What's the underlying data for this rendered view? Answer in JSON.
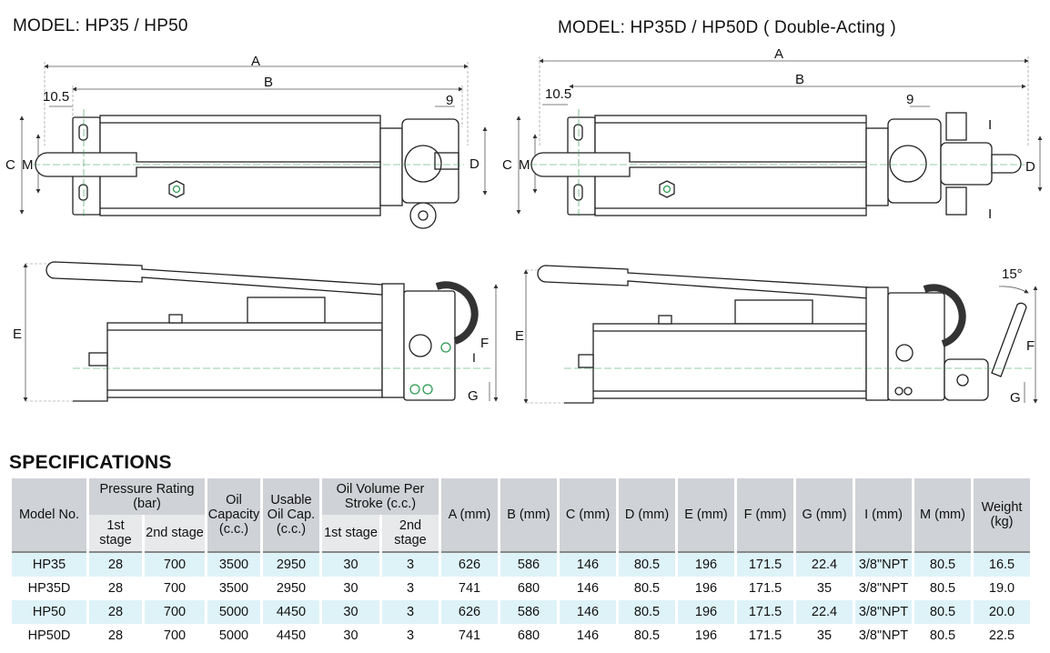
{
  "models": {
    "left_title": "MODEL: HP35 / HP50",
    "right_title": "MODEL: HP35D / HP50D ( Double-Acting )"
  },
  "dimension_labels": {
    "A": "A",
    "B": "B",
    "C": "C",
    "M": "M",
    "D": "D",
    "E": "E",
    "F": "F",
    "G": "G",
    "I": "I",
    "d105": "10.5",
    "d9": "9",
    "angle": "15°"
  },
  "specs": {
    "title": "SPECIFICATIONS",
    "headers": {
      "model": "Model No.",
      "pressure": "Pressure Rating (bar)",
      "stage1": "1st stage",
      "stage2": "2nd stage",
      "oil_cap": "Oil Capacity (c.c.)",
      "usable": "Usable Oil Cap. (c.c.)",
      "oil_vol": "Oil Volume Per Stroke (c.c.)",
      "vstage1": "1st stage",
      "vstage2": "2nd stage",
      "A": "A (mm)",
      "B": "B (mm)",
      "C": "C (mm)",
      "D": "D (mm)",
      "E": "E (mm)",
      "F": "F (mm)",
      "G": "G (mm)",
      "I": "I (mm)",
      "M": "M (mm)",
      "weight": "Weight (kg)"
    },
    "rows": [
      [
        "HP35",
        "28",
        "700",
        "3500",
        "2950",
        "30",
        "3",
        "626",
        "586",
        "146",
        "80.5",
        "196",
        "171.5",
        "22.4",
        "3/8\"NPT",
        "80.5",
        "16.5"
      ],
      [
        "HP35D",
        "28",
        "700",
        "3500",
        "2950",
        "30",
        "3",
        "741",
        "680",
        "146",
        "80.5",
        "196",
        "171.5",
        "35",
        "3/8\"NPT",
        "80.5",
        "19.0"
      ],
      [
        "HP50",
        "28",
        "700",
        "5000",
        "4450",
        "30",
        "3",
        "626",
        "586",
        "146",
        "80.5",
        "196",
        "171.5",
        "22.4",
        "3/8\"NPT",
        "80.5",
        "20.0"
      ],
      [
        "HP50D",
        "28",
        "700",
        "5000",
        "4450",
        "30",
        "3",
        "741",
        "680",
        "146",
        "80.5",
        "196",
        "171.5",
        "35",
        "3/8\"NPT",
        "80.5",
        "22.5"
      ]
    ]
  },
  "colors": {
    "header_bg": "#cfd2d6",
    "subheader_bg": "#e8e9eb",
    "row_highlight": "#def3f8",
    "accent_line": "#2e9a52"
  }
}
